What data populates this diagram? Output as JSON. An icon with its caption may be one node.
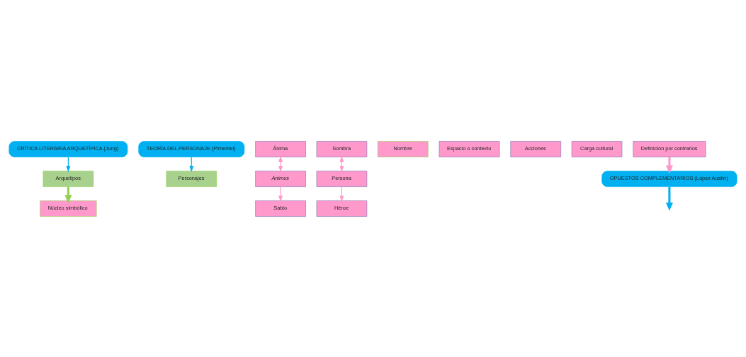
{
  "diagram": {
    "nodes": [
      {
        "text": [
          "CRÍTICA LITERARIA ARQUETÍPICA (Jung)"
        ]
      },
      {
        "text": [
          "Arquetipos"
        ]
      },
      {
        "text": [
          "TEORÍA DEL PERSONAJE (Pimentel)"
        ]
      },
      {
        "text": [
          "Personajes"
        ]
      },
      {
        "text": [
          "Ánima"
        ]
      },
      {
        "text": [
          "Animus"
        ]
      },
      {
        "text": [
          "Sabio"
        ]
      },
      {
        "text": [
          "Sombra"
        ]
      },
      {
        "text": [
          "Persona"
        ]
      },
      {
        "text": [
          "Héroe"
        ]
      },
      {
        "text": [
          "Núcleo simbólico"
        ]
      },
      {
        "text": [
          "Nombre"
        ]
      },
      {
        "text": [
          "Espacio o contexto"
        ]
      },
      {
        "text": [
          "Acciones"
        ]
      },
      {
        "text": [
          "Carga cultural"
        ]
      },
      {
        "text": [
          "Definición por contrarios"
        ]
      },
      {
        "text": [
          "OPUESTOS COMPLEMENTARIOS (López Austin)"
        ]
      }
    ],
    "edges": [
      {
        "from": 0,
        "to": 1,
        "arrow": "to",
        "color": "#00b0f0"
      },
      {
        "from": 2,
        "to": 3,
        "arrow": "to",
        "color": "#00b0f0"
      },
      {
        "from": 1,
        "to": 10,
        "arrow": "to",
        "style": "thick",
        "color": "#92d050"
      },
      {
        "from": 4,
        "to": 5,
        "arrow": "both"
      },
      {
        "from": 5,
        "to": 6,
        "arrow": "to"
      },
      {
        "from": 7,
        "to": 8,
        "arrow": "both"
      },
      {
        "from": 8,
        "to": 9,
        "arrow": "to"
      },
      {
        "from": 15,
        "to": 16,
        "arrow": "to",
        "style": "thick"
      },
      {
        "from": 16,
        "to": null,
        "arrow": "to",
        "style": "thick",
        "color": "#00b0f0"
      }
    ]
  }
}
